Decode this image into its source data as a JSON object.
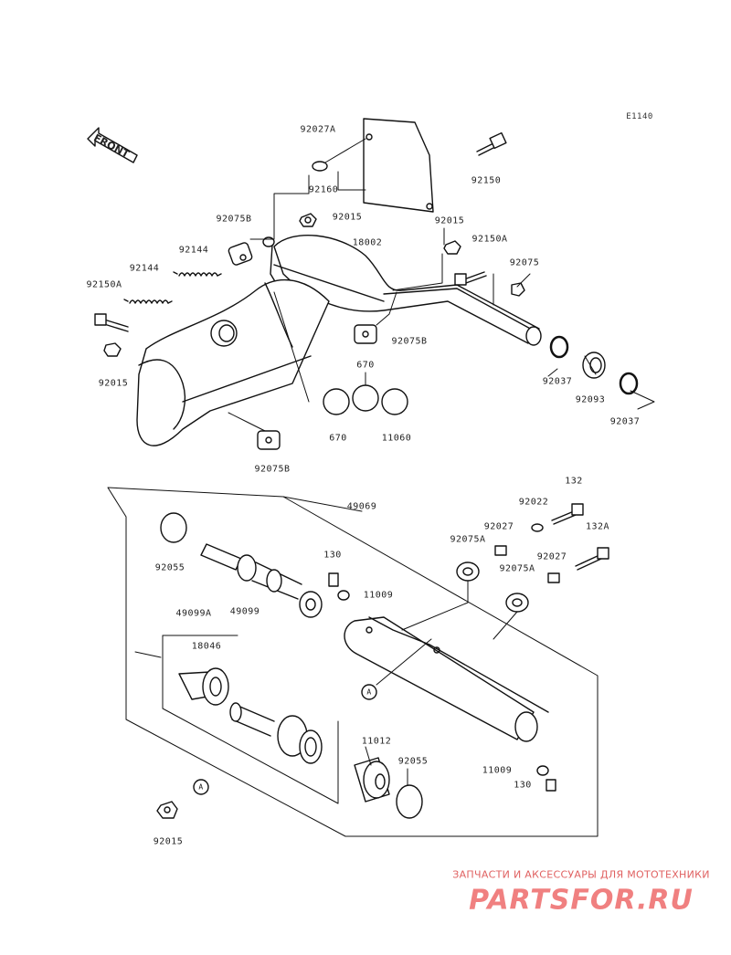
{
  "diagram_code": "E1140",
  "front_label": "FRONT",
  "labels": {
    "p92027A": "92027A",
    "p92160": "92160",
    "p92150_top": "92150",
    "p92075B_top": "92075B",
    "p92015_top": "92015",
    "p92015_right": "92015",
    "p18002": "18002",
    "p92150A_right": "92150A",
    "p92075_right": "92075",
    "p92144_a": "92144",
    "p92144_b": "92144",
    "p92150A_left": "92150A",
    "p92015_left": "92015",
    "p92075B_mid": "92075B",
    "p670_top": "670",
    "p670_bot": "670",
    "p11060": "11060",
    "p92037_a": "92037",
    "p92093": "92093",
    "p92037_b": "92037",
    "p92075B_bot": "92075B",
    "p49069": "49069",
    "p132": "132",
    "p92022": "92022",
    "p132A": "132A",
    "p92027_a": "92027",
    "p92075A_a": "92075A",
    "p92027_b": "92027",
    "p92075A_b": "92075A",
    "p92055_top": "92055",
    "p130_top": "130",
    "p11009_top": "11009",
    "p49099": "49099",
    "p49099A": "49099A",
    "p18046": "18046",
    "pA_callout": "A",
    "p11012": "11012",
    "p92055_bot": "92055",
    "p11009_bot": "11009",
    "p130_bot": "130",
    "pA_bottom": "A",
    "p92015_bottom": "92015"
  },
  "watermark": {
    "line1": "ЗАПЧАСТИ И АКСЕССУАРЫ ДЛЯ МОТОТЕХНИКИ",
    "line2": "PARTSFOR.RU"
  }
}
